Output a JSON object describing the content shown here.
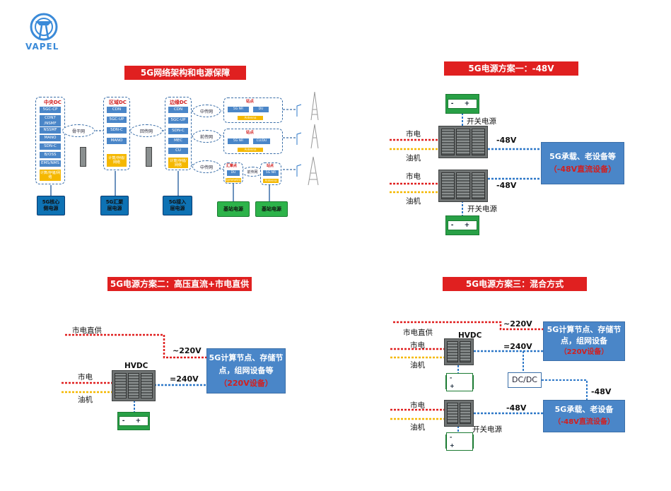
{
  "logo": {
    "text": "VAPEL"
  },
  "architecture": {
    "title": "5G网络架构和电源保障",
    "columns": [
      {
        "title": "中央DC",
        "items": [
          "5GC-CP",
          "CDN7 /NSMF",
          "NSSMF",
          "MANO",
          "SDN-C",
          "B/OSS",
          "EMS/NMS"
        ],
        "yellow": "计算/存储/网络"
      },
      {
        "title": "区域DC",
        "items": [
          "CDN",
          "5GC-UP",
          "SDN-C",
          "MANO"
        ],
        "yellow": "计算/存储/网络"
      },
      {
        "title": "边缘DC",
        "items": [
          "CDN",
          "5GC-UP",
          "SDN-C",
          "MEC",
          "CU"
        ],
        "yellow": "计算/存储/网络"
      }
    ],
    "ovals": [
      "骨干网",
      "回传网",
      "中传网",
      "前传网",
      "中传网",
      "前传网"
    ],
    "sites": [
      {
        "title": "站点",
        "items": [
          "5G NR",
          "DU"
        ],
        "yellow": "Antenna"
      },
      {
        "title": "站点",
        "items": [
          "5G NR",
          "CU/DU"
        ],
        "yellow": "Antenna"
      },
      {
        "title": "汇聚点",
        "items": [
          "DU"
        ],
        "yellow": "Symmetric"
      },
      {
        "title": "站点",
        "items": [
          "5G NR"
        ],
        "yellow": "Antenna"
      }
    ],
    "power": [
      "5G核心侧电源",
      "5G汇聚层电源",
      "5G接入层电源",
      "基站电源",
      "基站电源"
    ]
  },
  "scheme1": {
    "title": "5G电源方案一：-48V",
    "top_label": "开关电源",
    "bottom_label": "开关电源",
    "mains1": "市电",
    "oil1": "油机",
    "mains2": "市电",
    "oil2": "油机",
    "v1": "-48V",
    "v2": "-48V",
    "box_line1": "5G承载、老设备等",
    "box_line2": "（-48V直流设备）"
  },
  "scheme2": {
    "title": "5G电源方案二：高压直流+市电直供",
    "direct": "市电直供",
    "hvdc": "HVDC",
    "mains": "市电",
    "oil": "油机",
    "v220": "~220V",
    "v240": "=240V",
    "box_line1": "5G计算节点、存储节",
    "box_line2": "点，组网设备等",
    "box_line3": "（220V设备）"
  },
  "scheme3": {
    "title": "5G电源方案三：混合方式",
    "direct": "市电直供",
    "hvdc": "HVDC",
    "mains1": "市电",
    "oil1": "油机",
    "mains2": "市电",
    "oil2": "油机",
    "v220": "~220V",
    "v240": "=240V",
    "dcdc": "DC/DC",
    "v48a": "-48V",
    "v48b": "-48V",
    "switch_label": "开关电源",
    "box1_line1": "5G计算节点、存储节",
    "box1_line2": "点，组网设备",
    "box1_line3": "（220V设备）",
    "box2_line1": "5G承载、老设备",
    "box2_line2": "（-48V直流设备）"
  },
  "battery": {
    "symbols": "- +"
  },
  "colors": {
    "red": "#e02020",
    "blue": "#4a86c8",
    "green": "#28a046",
    "yellow": "#f5b800",
    "dash_red": "#e02020",
    "dash_blue": "#2e78c8"
  }
}
